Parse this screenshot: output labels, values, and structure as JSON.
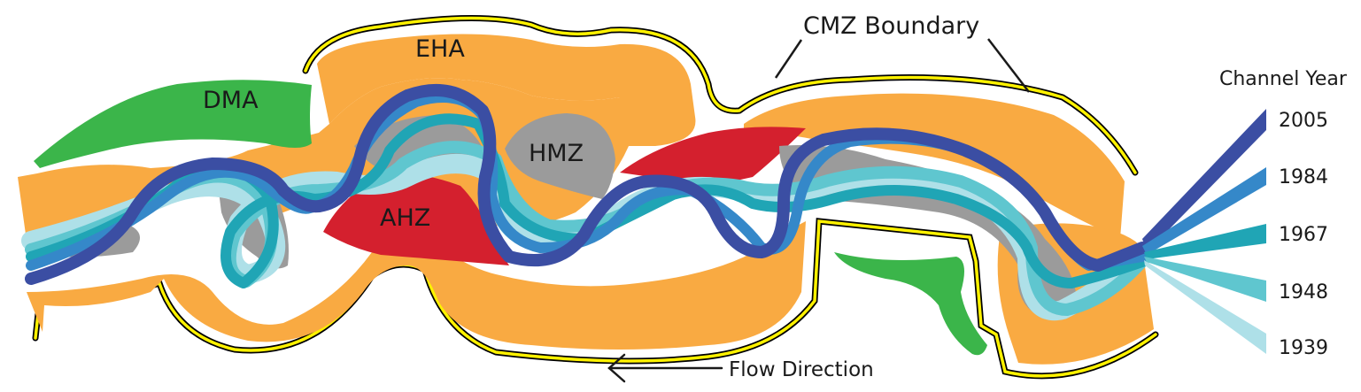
{
  "zones": {
    "dma": "DMA",
    "eha": "EHA",
    "hmz": "HMZ",
    "ahz": "AHZ"
  },
  "cmz_boundary_label": "CMZ Boundary",
  "flow_direction_label": "Flow Direction",
  "legend": {
    "title": "Channel Year",
    "items": [
      {
        "year": "2005",
        "color": "#3b4ea3"
      },
      {
        "year": "1984",
        "color": "#3588c9"
      },
      {
        "year": "1967",
        "color": "#20a5b5"
      },
      {
        "year": "1948",
        "color": "#5fc6cf"
      },
      {
        "year": "1939",
        "color": "#aee0e8"
      }
    ]
  },
  "colors": {
    "eha": "#f9aa42",
    "dma": "#3bb54a",
    "ahz": "#d4202e",
    "hmz": "#9b9b9b",
    "boundary_fill": "#fff200",
    "boundary_stroke": "#000000"
  }
}
